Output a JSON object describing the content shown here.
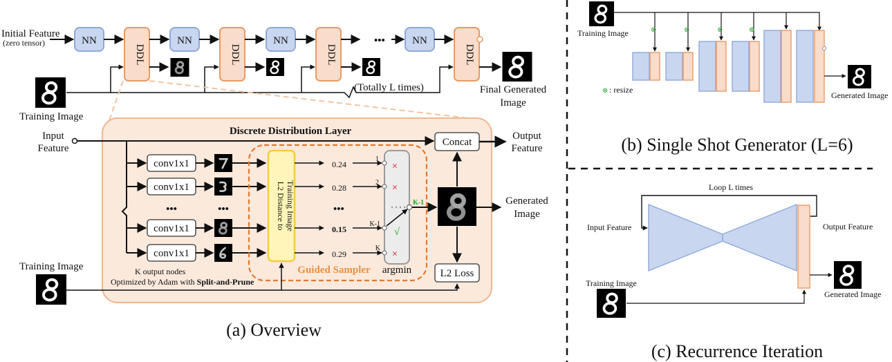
{
  "overview": {
    "caption": "(a) Overview",
    "initial_feature": "Initial Feature",
    "initial_feature_note": "(zero tensor)",
    "nn_label": "NN",
    "ddl_label": "DDL",
    "ellipsis": "•••",
    "training_image": "Training Image",
    "totally_l_times": "(Totally L times)",
    "final_generated_image": [
      "Final Generated",
      "Image"
    ]
  },
  "ddl_detail": {
    "title": "Discrete Distribution Layer",
    "input_feature": [
      "Input",
      "Feature"
    ],
    "output_feature": [
      "Output",
      "Feature"
    ],
    "conv_label": "conv1x1",
    "ellipsis": "•••",
    "distance_box": [
      "L2 Distance to",
      "Training Image"
    ],
    "distances": [
      "0.24",
      "0.28",
      "•••",
      "0.15",
      "0.29"
    ],
    "indices": [
      "1",
      "2",
      "K-1",
      "K"
    ],
    "selected": "K-1",
    "check": "√",
    "cross": "×",
    "guided_sampler": "Guided Sampler",
    "argmin": "argmin",
    "concat": "Concat",
    "l2_loss": "L2 Loss",
    "generated_image": [
      "Generated",
      "Image"
    ],
    "k_output_nodes": "K output nodes",
    "optimized_prefix": "Optimized by Adam with ",
    "optimized_bold": "Split-and-Prune",
    "training_image": "Training Image"
  },
  "single_shot": {
    "caption": "(b) Single Shot Generator (L=6)",
    "training_image": "Training Image",
    "resize_legend": ": resize",
    "resize_symbol": "⊗",
    "generated_image": "Generated Image"
  },
  "recurrence": {
    "caption": "(c) Recurrence Iteration",
    "loop": "Loop L times",
    "input_feature": "Input Feature",
    "output_feature": "Output Feature",
    "training_image": "Training Image",
    "generated_image": "Generated Image"
  },
  "colors": {
    "nn_fill": "#c9d6ef",
    "nn_stroke": "#8ea9d8",
    "ddl_fill": "#f9dcc9",
    "ddl_stroke": "#e89a66",
    "panel_fill": "#fbe9dc",
    "panel_stroke": "#eeb88f",
    "sampler_stroke": "#e07a2e",
    "yellow_fill": "#fff5b8",
    "yellow_stroke": "#f2cf3c",
    "selected_green": "#22a02a",
    "cross_red": "#d02020",
    "resize_green": "#3aa83a"
  }
}
